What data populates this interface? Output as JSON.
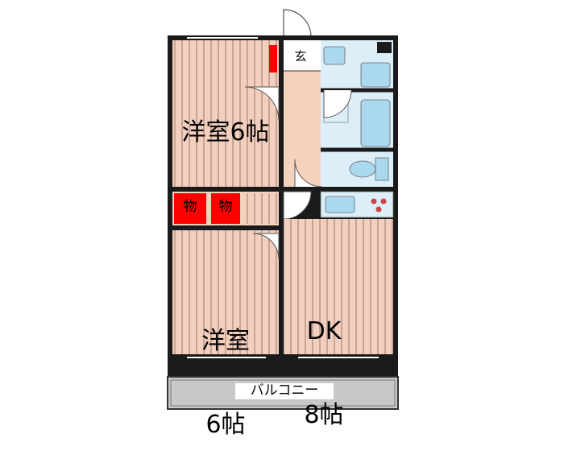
{
  "rooms": {
    "western_room_1": {
      "label": "洋室6帖"
    },
    "western_room_2": {
      "line1": "洋室",
      "line2": "6帖"
    },
    "dk": {
      "line1": "DK",
      "line2": "8帖"
    }
  },
  "storage": {
    "left": "物",
    "right": "物"
  },
  "entrance": {
    "label": "玄"
  },
  "balcony": {
    "label": "バルコニー"
  },
  "colors": {
    "wood_floor": "#f2cfbf",
    "wood_stripe": "#c9a491",
    "hall_floor": "#f5d2bd",
    "wet_area": "#dceff9",
    "fixture": "#a9d8ef",
    "storage": "#ff0000",
    "wall": "#1a1a1a",
    "balcony": "#c8c8c8"
  }
}
